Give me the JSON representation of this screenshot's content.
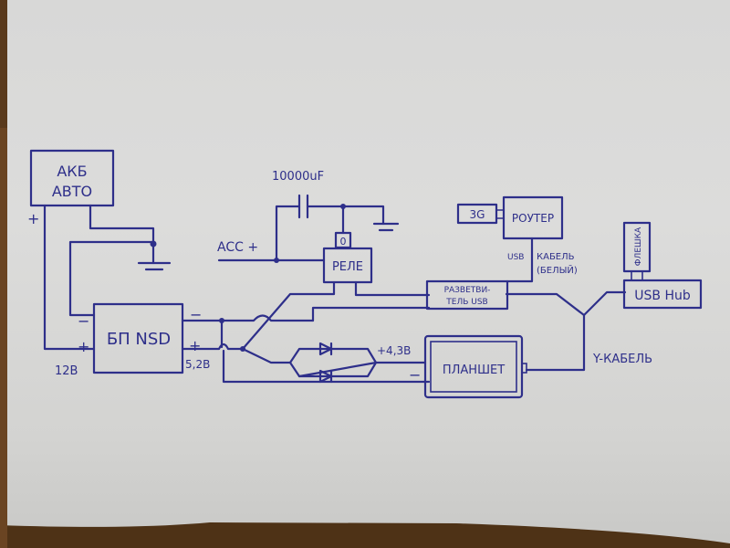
{
  "ink_color": "#2e2f8a",
  "paper_color": "#d8d8d7",
  "blocks": {
    "battery": {
      "line1": "АКБ",
      "line2": "АВТО"
    },
    "psu": {
      "label": "БП NSD",
      "in_minus": "−",
      "in_plus": "+",
      "in_voltage": "12В",
      "out_minus": "−",
      "out_plus": "+",
      "out_voltage": "5,2В"
    },
    "capacitor": {
      "label": "10000uF"
    },
    "acc": {
      "label": "ACC +"
    },
    "relay": {
      "label": "РЕЛЕ",
      "coil": "0"
    },
    "modem": {
      "label": "3G"
    },
    "router": {
      "label": "РОУТЕР"
    },
    "usb_cable": {
      "label_left": "USB",
      "label_right_1": "КАБЕЛЬ",
      "label_right_2": "(БЕЛЫЙ)"
    },
    "usb_splitter": {
      "line1": "РАЗВЕТВИ-",
      "line2": "ТЕЛЬ USB"
    },
    "usb_hub": {
      "label": "USB Hub"
    },
    "flash": {
      "label": "ФЛЕШКА"
    },
    "tablet": {
      "label": "ПЛАНШЕТ",
      "plus_label": "+4,3В",
      "minus_label": "−"
    },
    "y_cable": {
      "label": "Y-КАБЕЛЬ"
    },
    "battery_plus": "+"
  }
}
